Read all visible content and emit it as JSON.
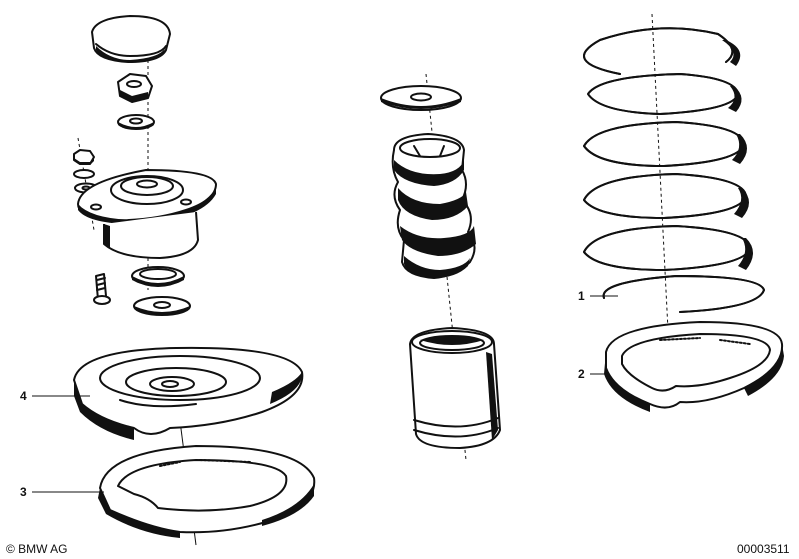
{
  "callouts": [
    {
      "label": "1"
    },
    {
      "label": "2"
    },
    {
      "label": "3"
    },
    {
      "label": "4"
    }
  ],
  "footer": {
    "copyright": "© BMW AG",
    "drawing_number": "00003511"
  }
}
